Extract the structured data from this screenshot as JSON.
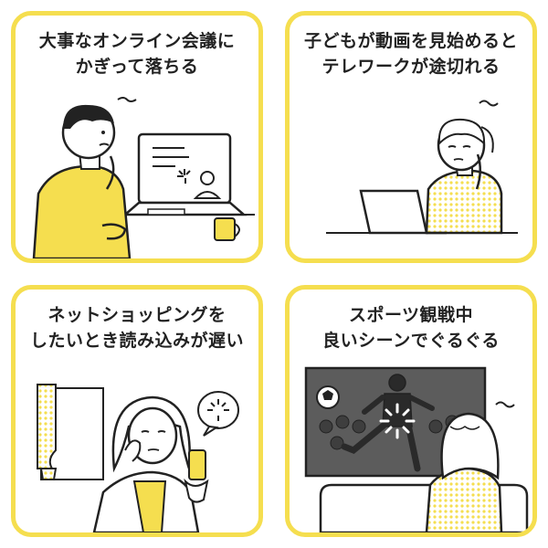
{
  "colors": {
    "accent": "#F5DE4F",
    "ink": "#222222",
    "paper": "#ffffff"
  },
  "panels": [
    {
      "lines": [
        "大事なオンライン会議に",
        "かぎって落ちる"
      ]
    },
    {
      "lines": [
        "子どもが動画を見始めると",
        "テレワークが途切れる"
      ]
    },
    {
      "lines": [
        "ネットショッピングを",
        "したいとき読み込みが遅い"
      ]
    },
    {
      "lines": [
        "スポーツ観戦中",
        "良いシーンでぐるぐる"
      ]
    }
  ]
}
